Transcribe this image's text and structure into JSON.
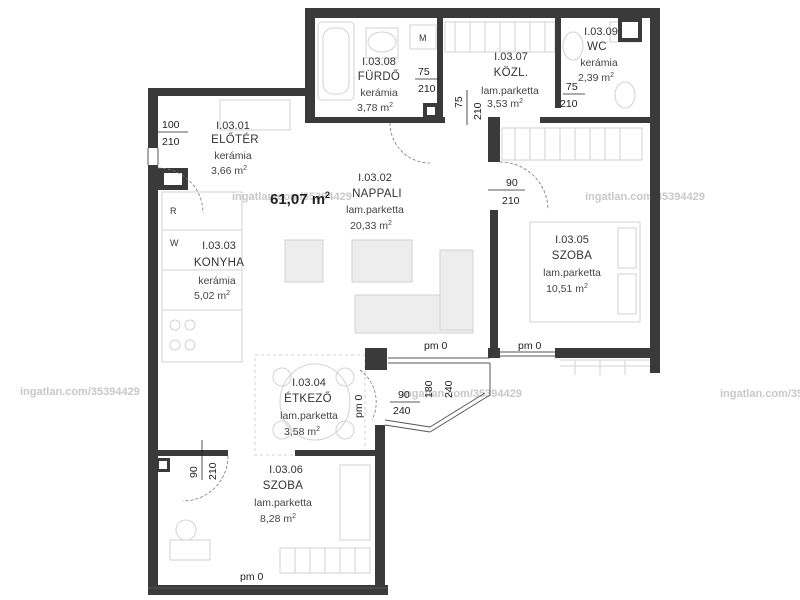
{
  "total_area": {
    "value": "61,07 m",
    "sup": "2"
  },
  "rooms": {
    "eloter": {
      "code": "I.03.01",
      "name": "ELŐTÉR",
      "material": "kerámia",
      "area": "3,66 m",
      "sup": "2"
    },
    "nappali": {
      "code": "I.03.02",
      "name": "NAPPALI",
      "material": "lam.parketta",
      "area": "20,33 m",
      "sup": "2"
    },
    "konyha": {
      "code": "I.03.03",
      "name": "KONYHA",
      "material": "kerámia",
      "area": "5,02 m",
      "sup": "2"
    },
    "etkezo": {
      "code": "I.03.04",
      "name": "ÉTKEZŐ",
      "material": "lam.parketta",
      "area": "3,58 m",
      "sup": "2"
    },
    "szoba5": {
      "code": "I.03.05",
      "name": "SZOBA",
      "material": "lam.parketta",
      "area": "10,51 m",
      "sup": "2"
    },
    "szoba6": {
      "code": "I.03.06",
      "name": "SZOBA",
      "material": "lam.parketta",
      "area": "8,28 m",
      "sup": "2"
    },
    "kozl": {
      "code": "I.03.07",
      "name": "KÖZL.",
      "material": "lam.parketta",
      "area": "3,53 m",
      "sup": "2"
    },
    "furdo": {
      "code": "I.03.08",
      "name": "FÜRDŐ",
      "material": "kerámia",
      "area": "3,78 m",
      "sup": "2"
    },
    "wc": {
      "code": "I.03.09",
      "name": "WC",
      "material": "kerámia",
      "area": "2,39 m",
      "sup": "2"
    }
  },
  "door_dimensions": {
    "entry_width": "100",
    "entry_height": "210",
    "bath_width": "75",
    "bath_height": "210",
    "hall_width": "75",
    "hall_height": "210",
    "wc_width": "75",
    "wc_height": "210",
    "room5_width": "90",
    "room5_height": "210",
    "room6_width": "90",
    "room6_height": "210",
    "balcony_width": "90",
    "balcony_height1": "180",
    "balcony_height2": "240",
    "balcony_width2": "240"
  },
  "level_marks": {
    "room5": "pm 0",
    "living": "pm 0",
    "dining": "pm 0",
    "room6": "pm 0"
  },
  "appliance_marks": {
    "washer": "M",
    "fridge": "R",
    "w_mark": "W"
  },
  "watermark": "ingatlan.com/35394429"
}
